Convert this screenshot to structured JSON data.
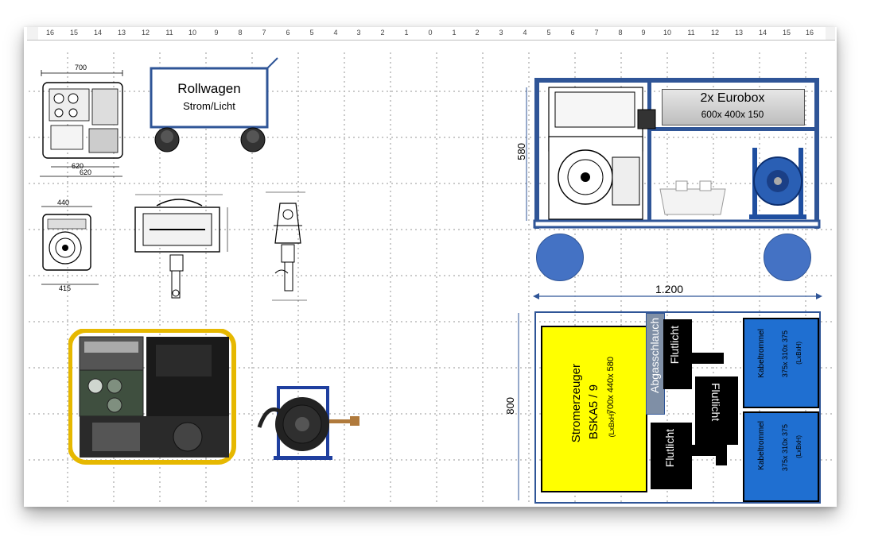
{
  "ruler": {
    "left_ticks": [
      "16",
      "15",
      "14",
      "13",
      "12",
      "11",
      "10",
      "9",
      "8",
      "7",
      "6",
      "5",
      "4",
      "3",
      "2",
      "1",
      "0"
    ],
    "right_ticks": [
      "1",
      "2",
      "3",
      "4",
      "5",
      "6",
      "7",
      "8",
      "9",
      "10",
      "11",
      "12",
      "13",
      "14",
      "15",
      "16"
    ]
  },
  "cart": {
    "title": "Rollwagen",
    "subtitle": "Strom/Licht"
  },
  "drawings": {
    "gen_width": "700",
    "gen_dim_a": "620",
    "gen_dim_b": "620",
    "front_width": "440",
    "front_bottom": "415"
  },
  "side_view": {
    "eurobox_title": "2x Eurobox",
    "eurobox_dims": "600x 400x 150",
    "height_label": "580",
    "width_label": "1.200"
  },
  "top_view": {
    "depth_label": "800",
    "generator_name": "Stromerzeuger",
    "generator_model": "BSKA5 / 9",
    "generator_dims": "700x 440x 580",
    "generator_dims_unit": "(LxBxH)",
    "exhaust": "Abgasschlauch",
    "flood_1": "Flutlicht",
    "flood_2": "Flutlicht",
    "flood_3": "Flutlicht",
    "drum_label_1": "Kabeltrommel",
    "drum_dims_1": "375x 310x 375",
    "drum_unit_1": "(LxBxH)",
    "drum_label_2": "Kabeltrommel",
    "drum_dims_2": "375x 310x 375",
    "drum_unit_2": "(LxBxH)"
  },
  "colors": {
    "frame_blue": "#2f5597",
    "wheel_blue": "#4472c4",
    "generator_yellow": "#ffff00",
    "drum_blue": "#1f6fd1",
    "floodlight_black": "#000000",
    "eurobox_grey": "#d9d9d9"
  }
}
